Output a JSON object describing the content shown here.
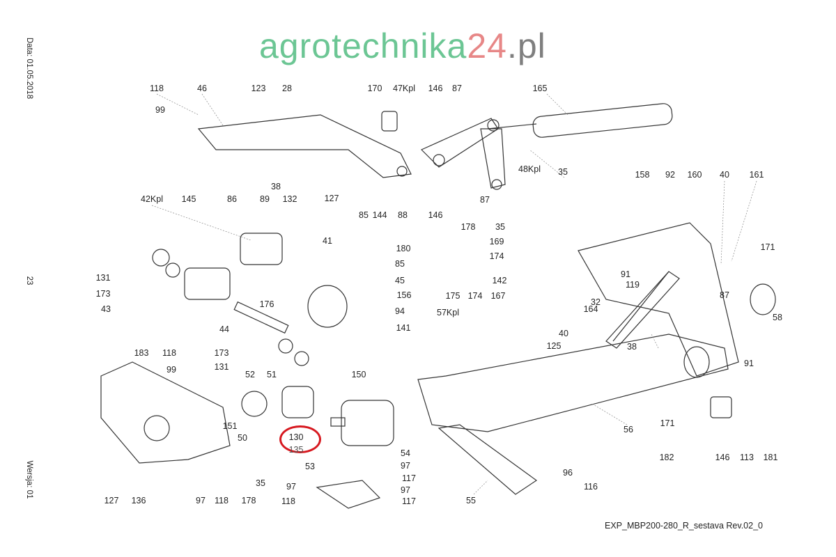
{
  "side_texts": {
    "date": "Data: 01.05.2018",
    "page": "23",
    "version": "Wersja: 01"
  },
  "footer": "EXP_MBP200-280_R_sestava Rev.02_0",
  "watermark": {
    "part1": "agrotechnika",
    "part2": "24",
    "part3": ".pl"
  },
  "highlight_color": "#d71920",
  "highlighted_part": "130",
  "labels": [
    "118",
    "46",
    "123",
    "28",
    "170",
    "47Kpl",
    "146",
    "87",
    "165",
    "99",
    "38",
    "127",
    "85",
    "144",
    "88",
    "146",
    "87",
    "48Kpl",
    "35",
    "178",
    "35",
    "158",
    "92",
    "160",
    "40",
    "161",
    "42Kpl",
    "145",
    "86",
    "89",
    "132",
    "41",
    "180",
    "85",
    "45",
    "156",
    "94",
    "141",
    "169",
    "174",
    "171",
    "131",
    "173",
    "43",
    "176",
    "142",
    "91",
    "119",
    "32",
    "175",
    "174",
    "167",
    "164",
    "87",
    "57Kpl",
    "58",
    "44",
    "40",
    "125",
    "38",
    "173",
    "131",
    "183",
    "118",
    "99",
    "52",
    "51",
    "150",
    "91",
    "151",
    "50",
    "130",
    "135",
    "54",
    "97",
    "117",
    "56",
    "171",
    "182",
    "146",
    "113",
    "181",
    "53",
    "35",
    "96",
    "116",
    "97",
    "97",
    "118",
    "117",
    "127",
    "136",
    "97",
    "118",
    "178",
    "55"
  ]
}
